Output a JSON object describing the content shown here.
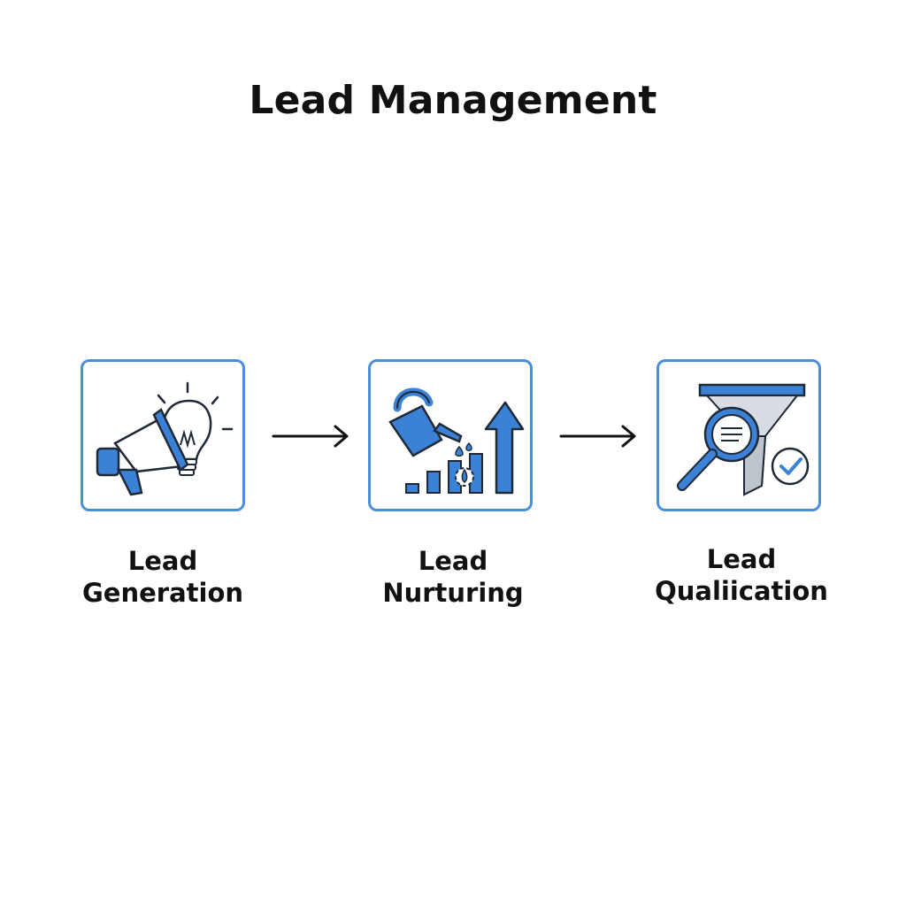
{
  "title": "Lead Management",
  "colors": {
    "accent": "#3b82d6",
    "outline": "#1f2937",
    "box_border": "#4a90d9"
  },
  "steps": [
    {
      "line1": "Lead",
      "line2": "Generation",
      "icon": "megaphone-lightbulb-icon"
    },
    {
      "line1": "Lead",
      "line2": "Nurturing",
      "icon": "watering-can-growth-icon"
    },
    {
      "line1": "Lead",
      "line2": "Qualiication",
      "icon": "funnel-magnifier-check-icon"
    }
  ],
  "connectors": [
    "right-arrow-icon",
    "right-arrow-icon"
  ]
}
